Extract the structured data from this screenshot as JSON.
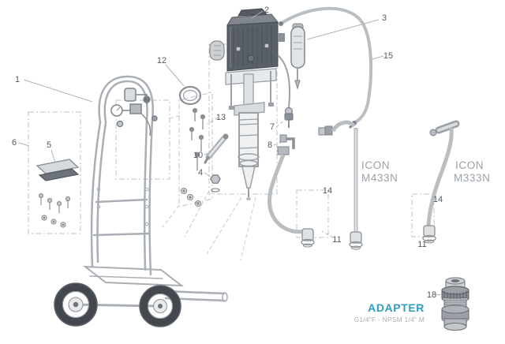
{
  "palette": {
    "accent": "#2e9dbf",
    "line_light": "#a9afb5",
    "line_mid": "#8a9096",
    "line_dark": "#5c6167",
    "fill_dark": "#545a61",
    "fill_mid": "#9aa0a6",
    "fill_light": "#e2e5e7",
    "dashed": "#bcc1c6",
    "label_gray": "#9aa1a8",
    "callout_text": "#54595f"
  },
  "callouts": {
    "c1": "1",
    "c2": "2",
    "c3": "3",
    "c4": "4",
    "c5": "5",
    "c6": "6",
    "c7": "7",
    "c8": "8",
    "c10": "10",
    "c11a": "11",
    "c11b": "11",
    "c12": "12",
    "c13": "13",
    "c14a": "14",
    "c14b": "14",
    "c15": "15",
    "c18": "18"
  },
  "labels": {
    "m433n_line1": "ICON",
    "m433n_line2": "M433N",
    "m333n_line1": "ICON",
    "m333n_line2": "M333N"
  },
  "adapter": {
    "title": "ADAPTER",
    "subtitle": "G1/4\"F - NPSM 1/4\" M"
  }
}
